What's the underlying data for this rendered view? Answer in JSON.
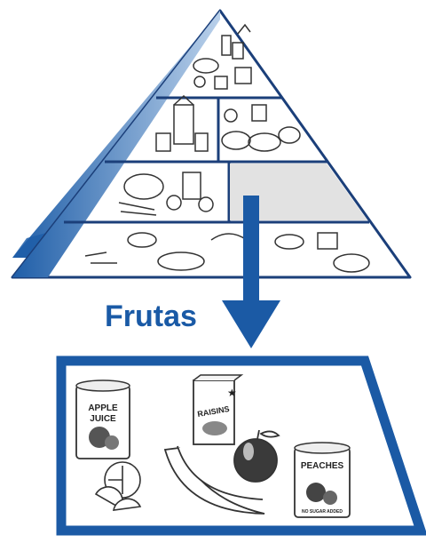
{
  "caption": "Frutas",
  "colors": {
    "pyramid_blue": "#1f5ea8",
    "pyramid_blue_light": "#8fb3dd",
    "highlight_gray": "#e2e2e2",
    "arrow_blue": "#1b5aa5",
    "caption_blue": "#1a5aa6",
    "ink": "#222222"
  },
  "pyramid": {
    "levels": [
      {
        "name": "fats-oils-sweets",
        "highlighted": false
      },
      {
        "name": "milk-group",
        "highlighted": false
      },
      {
        "name": "meat-group",
        "highlighted": false
      },
      {
        "name": "vegetable-group",
        "highlighted": false
      },
      {
        "name": "fruit-group",
        "highlighted": true
      },
      {
        "name": "grain-group",
        "highlighted": false
      }
    ]
  },
  "fruits_box": {
    "items": [
      {
        "icon": "apple-juice-can-icon",
        "label_line1": "APPLE",
        "label_line2": "JUICE"
      },
      {
        "icon": "raisins-box-icon",
        "label": "RAISINS"
      },
      {
        "icon": "peaches-can-icon",
        "label": "PEACHES",
        "sublabel": "NO SUGAR ADDED"
      },
      {
        "icon": "orange-slices-icon"
      },
      {
        "icon": "banana-icon"
      },
      {
        "icon": "apple-icon"
      }
    ]
  }
}
